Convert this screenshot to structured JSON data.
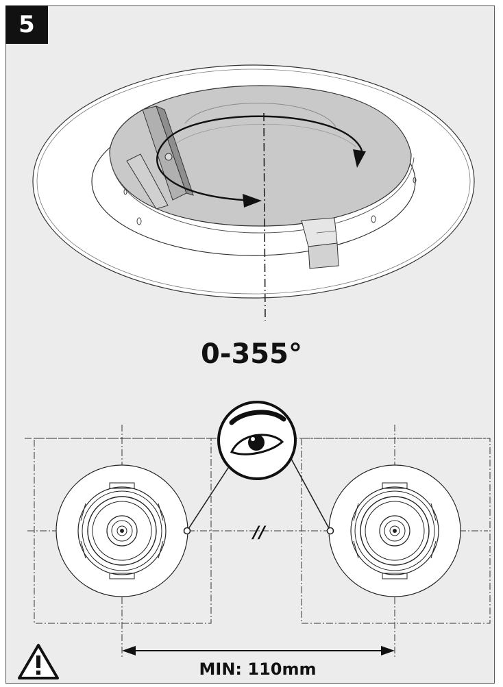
{
  "step": {
    "number": "5"
  },
  "rotation": {
    "label": "0-355°"
  },
  "spacing": {
    "separator": "//",
    "min_label": "MIN: 110mm"
  },
  "icons": {
    "eye": "eye-icon",
    "warning": "warning-triangle-icon",
    "rotate": "rotation-arrow-icon"
  },
  "colors": {
    "panel_bg": "#ececec",
    "badge_bg": "#111111",
    "badge_text": "#ffffff",
    "line": "#222222",
    "opening_fill": "#c9c9c9"
  }
}
